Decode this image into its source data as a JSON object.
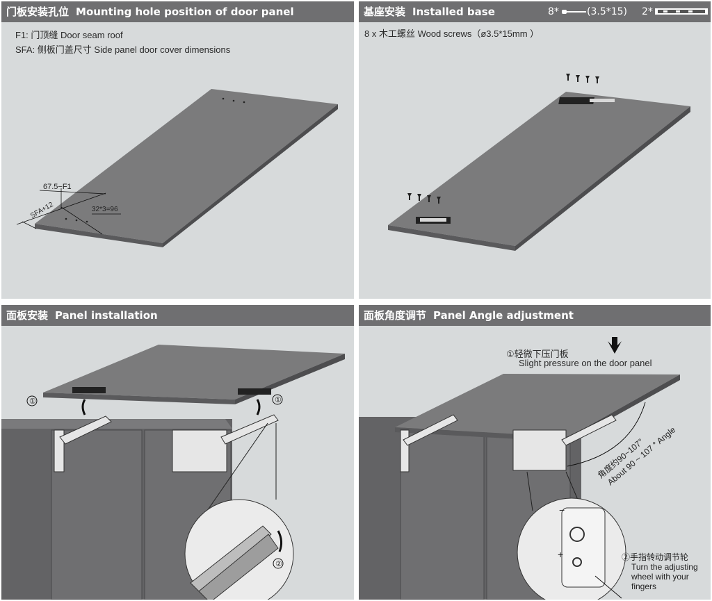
{
  "panel1": {
    "title_cn": "门板安装孔位",
    "title_en": "Mounting hole position of door panel",
    "note1": "F1: 门顶缝 Door seam roof",
    "note2": "SFA: 侧板门盖尺寸  Side panel door cover dimensions",
    "dim_top": "67.5−F1",
    "dim_side": "SFA+12",
    "dim_holes": "32*3=96"
  },
  "panel2": {
    "title_cn": "基座安装",
    "title_en": "Installed base",
    "qty_screw": "8*",
    "screw_size": "(3.5*15)",
    "qty_base": "2*",
    "note": "8 x 木工螺丝 Wood screws（ø3.5*15mm ）"
  },
  "panel3": {
    "title_cn": "面板安装",
    "title_en": "Panel installation",
    "step1": "①",
    "step2": "②"
  },
  "panel4": {
    "title_cn": "面板角度调节",
    "title_en": "Panel Angle adjustment",
    "step1_cn": "①轻微下压门板",
    "step1_en": "Slight pressure on the door panel",
    "angle_cn": "角度约90~107°",
    "angle_en": "About 90 ~ 107 °  Angle",
    "minus": "−",
    "plus": "+",
    "step2_cn": "②手指转动调节轮",
    "step2_en1": "Turn the adjusting",
    "step2_en2": "wheel with your",
    "step2_en3": "fingers"
  },
  "colors": {
    "panel_bg": "#d7dadb",
    "header_bg": "#6f6f71",
    "board_top": "#7b7b7c",
    "board_edge": "#5e5e60",
    "cabinet": "#626264"
  }
}
